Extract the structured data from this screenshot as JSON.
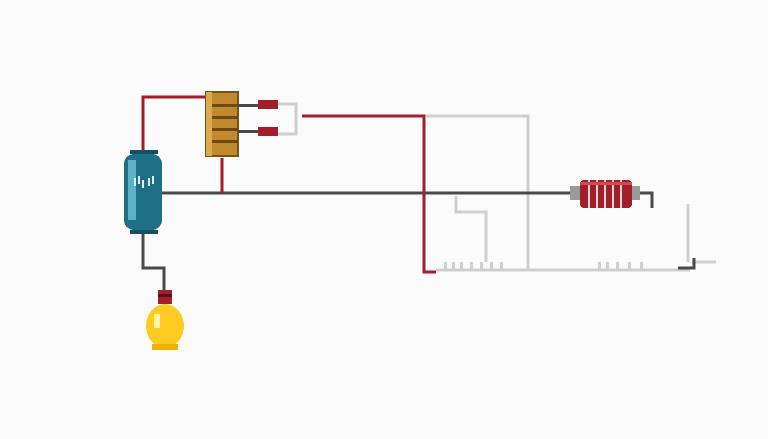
{
  "diagram": {
    "type": "pixel-circuit",
    "colors": {
      "background": "#fbfbfb",
      "wire_red": "#a11e2a",
      "wire_dark": "#4a4a4a",
      "wire_ghost": "#cfcfcf",
      "battery_body": "#1f6f86",
      "battery_highlight": "#5fb2c6",
      "battery_cap": "#174f63",
      "coil_body": "#a11e2a",
      "coil_stripe": "#d7d7d7",
      "capacitor_body": "#c28a2e",
      "bulb_glass": "#ffcb23",
      "bulb_highlight": "#fff4a8",
      "bulb_base": "#a11e2a"
    },
    "components": [
      {
        "id": "battery",
        "kind": "battery",
        "icon": "battery-icon"
      },
      {
        "id": "multi-capacitor",
        "kind": "capacitor-stack",
        "icon": "capacitor-icon"
      },
      {
        "id": "coil",
        "kind": "inductor",
        "icon": "coil-icon"
      },
      {
        "id": "light-bulb",
        "kind": "lamp",
        "icon": "light-bulb-icon"
      }
    ]
  }
}
